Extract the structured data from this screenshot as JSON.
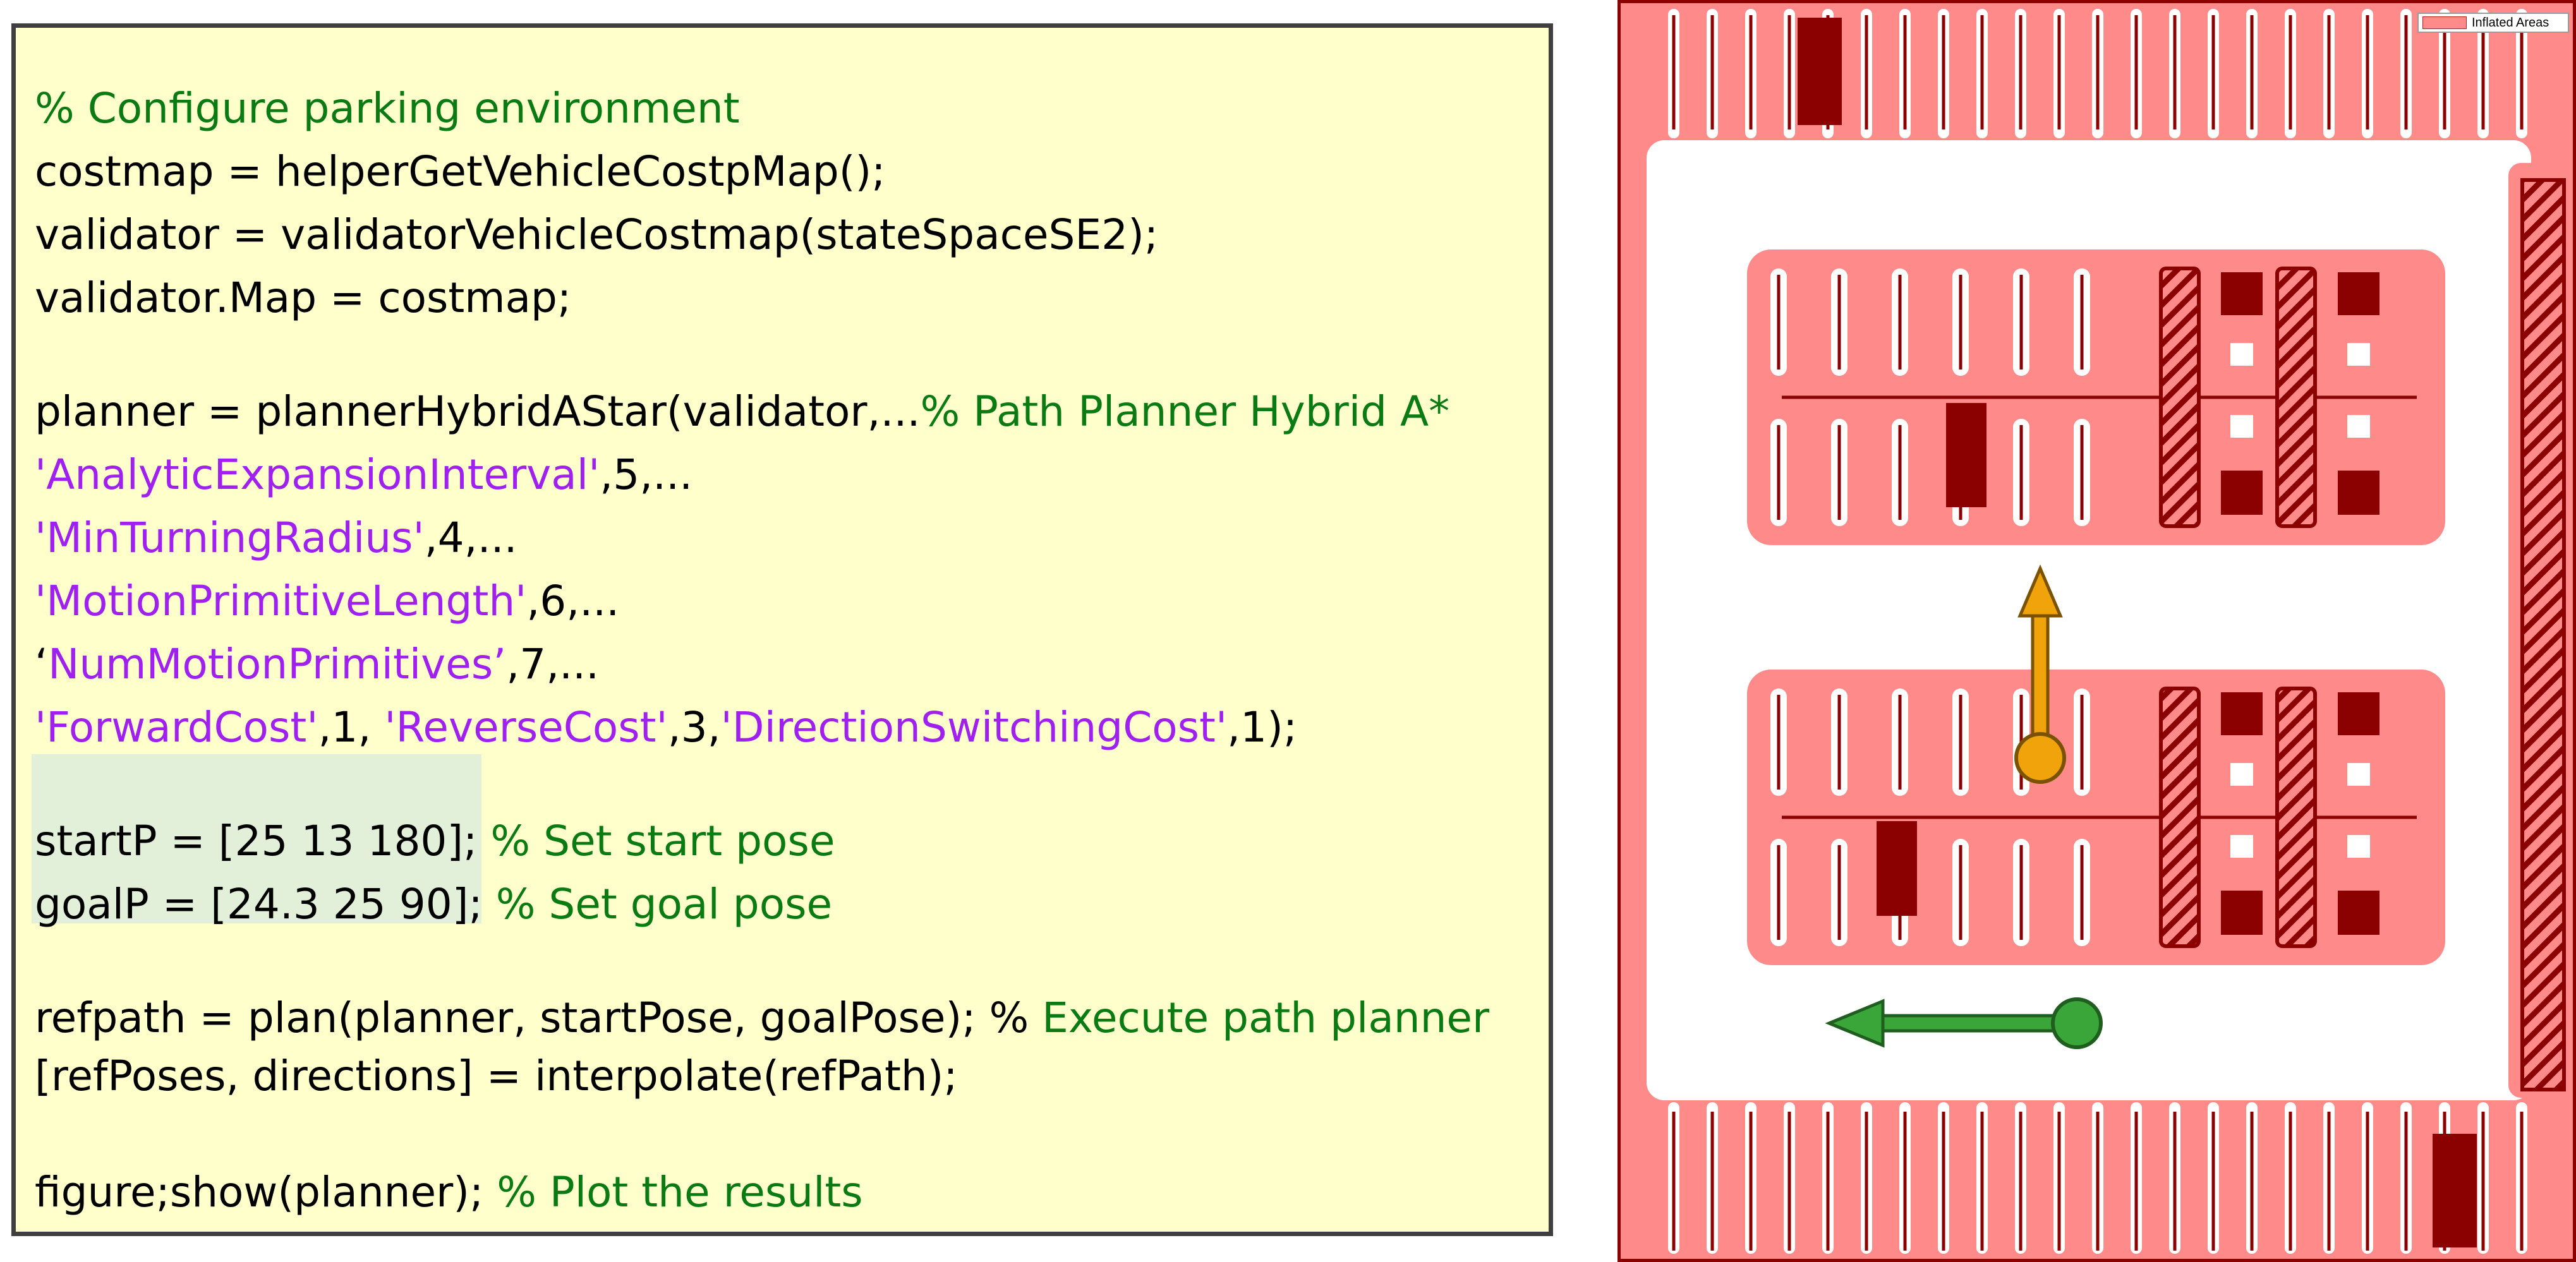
{
  "code": {
    "lines": [
      [
        {
          "t": "% Configure parking environment",
          "c": "cm"
        }
      ],
      [
        {
          "t": "costmap = helperGetVehicleCostpMap();",
          "c": "k"
        }
      ],
      [
        {
          "t": "validator = validatorVehicleCostmap(stateSpaceSE2);",
          "c": "k"
        }
      ],
      [
        {
          "t": "validator.Map = costmap;",
          "c": "k"
        }
      ],
      [],
      [
        {
          "t": "planner = plannerHybridAStar(validator,...",
          "c": "k"
        },
        {
          "t": "% Path Planner Hybrid A*",
          "c": "cm"
        }
      ],
      [
        {
          "t": "'AnalyticExpansionInterval'",
          "c": "st"
        },
        {
          "t": ",5,...",
          "c": "k"
        }
      ],
      [
        {
          "t": "'MinTurningRadius'",
          "c": "st"
        },
        {
          "t": ",4,...",
          "c": "k"
        }
      ],
      [
        {
          "t": "'MotionPrimitiveLength'",
          "c": "st"
        },
        {
          "t": ",6,...",
          "c": "k"
        }
      ],
      [
        {
          "t": "‘",
          "c": "k"
        },
        {
          "t": "NumMotionPrimitives’",
          "c": "st"
        },
        {
          "t": ",7,...",
          "c": "k"
        }
      ],
      [
        {
          "t": "'ForwardCost'",
          "c": "st"
        },
        {
          "t": ",1, ",
          "c": "k"
        },
        {
          "t": "'ReverseCost'",
          "c": "st"
        },
        {
          "t": ",3,",
          "c": "k"
        },
        {
          "t": "'DirectionSwitchingCost'",
          "c": "st"
        },
        {
          "t": ",1);",
          "c": "k"
        }
      ],
      [],
      [
        {
          "t": "startP = [25 13 180]; ",
          "c": "k"
        },
        {
          "t": "% Set start pose",
          "c": "cm"
        }
      ],
      [
        {
          "t": "goalP = [24.3 25 90]; ",
          "c": "k"
        },
        {
          "t": "% Set goal pose",
          "c": "cm"
        }
      ],
      [],
      [
        {
          "t": "refpath = plan(planner, startPose, goalPose); % ",
          "c": "k"
        },
        {
          "t": "Execute path planner",
          "c": "cm"
        }
      ],
      [
        {
          "t": "[refPoses, directions] = interpolate(refPath);",
          "c": "k"
        }
      ],
      [],
      [
        {
          "t": "figure;show(planner); ",
          "c": "k"
        },
        {
          "t": "% Plot the results",
          "c": "cm"
        }
      ]
    ]
  },
  "map": {
    "legend_label": "Inflated Areas",
    "colors": {
      "inflated": "#ff8a8a",
      "obstacle": "#8b0000",
      "free": "#ffffff",
      "start_marker": "#f0a30a",
      "goal_marker": "#3aa63a"
    },
    "start_marker": {
      "name": "start-pose-arrow",
      "heading": "up"
    },
    "goal_marker": {
      "name": "goal-pose-arrow",
      "heading": "left"
    }
  }
}
